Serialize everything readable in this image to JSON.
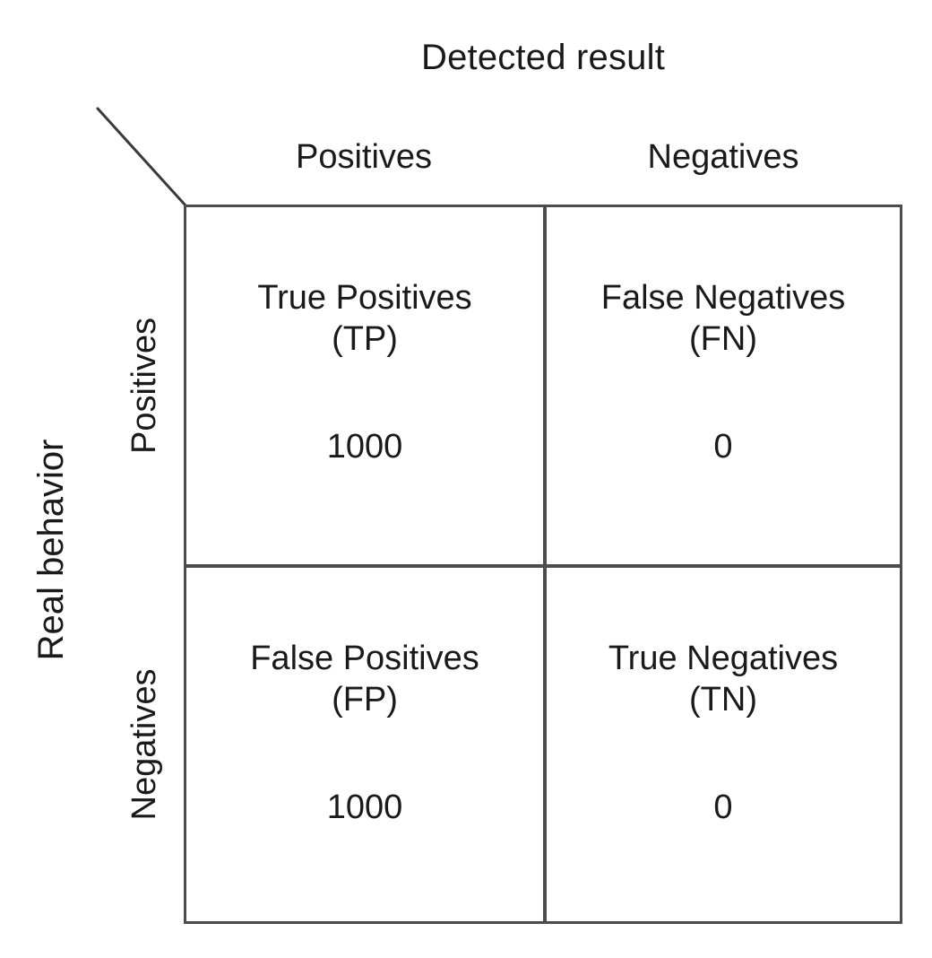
{
  "chart_data": {
    "type": "table",
    "title": "Detected result",
    "xlabel": "Detected result",
    "ylabel": "Real behavior",
    "col_headers": [
      "Positives",
      "Negatives"
    ],
    "row_headers": [
      "Positives",
      "Negatives"
    ],
    "categories": [
      "Positives",
      "Negatives"
    ],
    "cells": [
      [
        {
          "name": "True Positives",
          "abbr": "(TP)",
          "value": "1000"
        },
        {
          "name": "False Negatives",
          "abbr": "(FN)",
          "value": "0"
        }
      ],
      [
        {
          "name": "False Positives",
          "abbr": "(FP)",
          "value": "1000"
        },
        {
          "name": "True Negatives",
          "abbr": "(TN)",
          "value": "0"
        }
      ]
    ],
    "values": [
      [
        1000,
        0
      ],
      [
        1000,
        0
      ]
    ],
    "grid": true,
    "legend": "none"
  },
  "diagram": {
    "top_axis_title": "Detected result",
    "left_axis_title": "Real behavior",
    "columns": [
      {
        "label": "Positives"
      },
      {
        "label": "Negatives"
      }
    ],
    "rows": [
      {
        "label": "Positives"
      },
      {
        "label": "Negatives"
      }
    ],
    "matrix": [
      [
        {
          "name": "True Positives",
          "abbr": "(TP)",
          "value": "1000"
        },
        {
          "name": "False Negatives",
          "abbr": "(FN)",
          "value": "0"
        }
      ],
      [
        {
          "name": "False Positives",
          "abbr": "(FP)",
          "value": "1000"
        },
        {
          "name": "True Negatives",
          "abbr": "(TN)",
          "value": "0"
        }
      ]
    ],
    "colors": {
      "border": "#4d4d4d",
      "text": "#1a1a1a",
      "background": "#ffffff"
    }
  }
}
